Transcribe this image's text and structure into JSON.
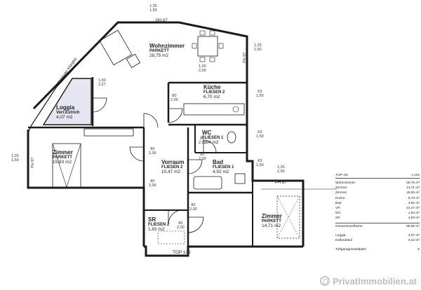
{
  "rooms": {
    "wohnzimmer": {
      "name": "Wohnzimmer",
      "floor": "PARKETT",
      "area": "28,75 m2"
    },
    "kueche": {
      "name": "Küche",
      "floor": "FLIESEN 2",
      "area": "6,70 m2"
    },
    "loggia": {
      "name": "Loggia",
      "floor": "Verr.Estrich",
      "area": "4,07 m2"
    },
    "wc": {
      "name": "WC",
      "floor": "FLIESEN 1",
      "area": "1,64 m2"
    },
    "zimmer1": {
      "name": "Zimmer",
      "floor": "PARKETT",
      "area": "15,83 m2"
    },
    "vorraum": {
      "name": "Vorraum",
      "floor": "FLIESEN 2",
      "area": "10,47 m2"
    },
    "bad": {
      "name": "Bad",
      "floor": "FLIESEN 1",
      "area": "4,92 m2"
    },
    "sr": {
      "name": "SR",
      "floor": "FLIESEN 2",
      "area": "1,83 m2"
    },
    "zimmer2": {
      "name": "Zimmer",
      "floor": "PARKETT",
      "area": "14,71 m2"
    }
  },
  "labels": {
    "ph_top": "PH 87",
    "ph_right": "PH 87",
    "ph_zimmer2": "PH 87",
    "ph_left": "PH 87",
    "gelaender": "Geländer Klarglas",
    "top_label": "TOP 1/ 5"
  },
  "dims": {
    "top_a": "1,25",
    "top_b": "1,50",
    "wz_door_a": "1,00",
    "wz_door_b": "2,00",
    "loggia_a": "1,60",
    "loggia_b": "2,27",
    "right_a": "1,25",
    "right_b": "1,50",
    "ku_a": "63",
    "ku_b": "1,50",
    "ku_door_a": "80",
    "ku_door_b": "2,00",
    "wc_door_a": "80",
    "wc_door_b": "2,00",
    "wc_a": "63",
    "wc_b": "1,50",
    "zi_door_a": "80",
    "zi_door_b": "2,00",
    "bad_door_a": "80",
    "bad_door_b": "2,00",
    "vr_door_a": "80",
    "vr_door_b": "2,00",
    "bad_r_a": "63",
    "bad_r_b": "1,50",
    "zi2_door_a": "80",
    "zi2_door_b": "2,00",
    "sr_door_a": "80",
    "sr_door_b": "2,00",
    "left_a": "1,25",
    "left_b": "1,50",
    "right2_a": "1,25",
    "right2_b": "1,50"
  },
  "table": {
    "header_left": "TOP 1/5",
    "header_right": "1.OG",
    "rows": [
      {
        "label": "Wohnzimmer",
        "value": "28,75 m²"
      },
      {
        "label": "Zimmer",
        "value": "14,71 m²"
      },
      {
        "label": "Zimmer",
        "value": "15,83 m²"
      },
      {
        "label": "Küche",
        "value": "6,70 m²"
      },
      {
        "label": "Bad",
        "value": "4,92 m²"
      },
      {
        "label": "VR",
        "value": "10,47 m²"
      },
      {
        "label": "WC",
        "value": "1,64 m²"
      },
      {
        "label": "SR",
        "value": "1,83 m²"
      }
    ],
    "total_label": "Gesamtnutzfläche",
    "total_value": "85,85 m²",
    "extra_rows": [
      {
        "label": "Loggia",
        "value": "4,07 m²"
      },
      {
        "label": "Kellerabteil",
        "value": "3,22 m²"
      }
    ],
    "parking_label": "Tiefgaragenstellplatz",
    "parking_value": "5"
  },
  "watermark": {
    "text": "Privatimmobilien.at",
    "icon": "house-logo-icon"
  }
}
